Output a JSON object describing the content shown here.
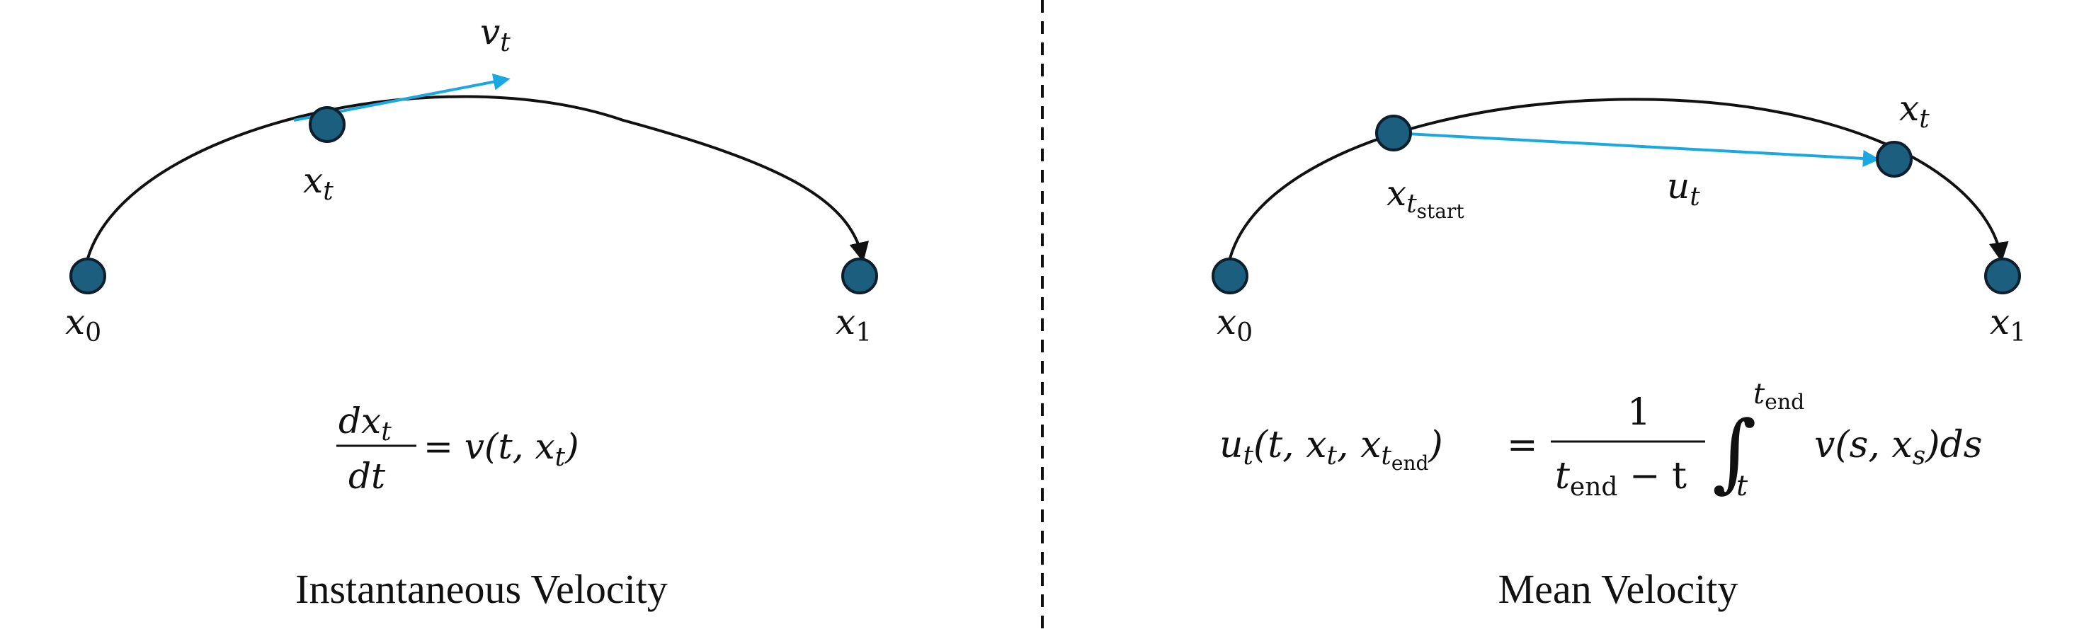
{
  "colors": {
    "node_fill": "#1B5E7E",
    "node_stroke": "#0b1f2c",
    "arrow_blue": "#1BA8E0",
    "curve": "#111111"
  },
  "left": {
    "caption": "Instantaneous Velocity",
    "labels": {
      "x0_var": "x",
      "x0_sub": "0",
      "x1_var": "x",
      "x1_sub": "1",
      "xt_var": "x",
      "xt_sub": "t",
      "vt_var": "v",
      "vt_sub": "t"
    },
    "equation": {
      "num_var": "dx",
      "num_sub": "t",
      "den": "dt",
      "rhs_prefix": "= v(t, x",
      "rhs_sub": "t",
      "rhs_suffix": ")"
    }
  },
  "right": {
    "caption": "Mean Velocity",
    "labels": {
      "x0_var": "x",
      "x0_sub": "0",
      "x1_var": "x",
      "x1_sub": "1",
      "xt_var": "x",
      "xt_sub": "t",
      "xstart_var": "x",
      "xstart_sub": "t",
      "xstart_subsub": "start",
      "ut_var": "u",
      "ut_sub": "t"
    },
    "equation": {
      "lhs_var": "u",
      "lhs_sub": "t",
      "lhs_args_a": "(t, x",
      "lhs_args_a_sub": "t",
      "lhs_args_b": ", x",
      "lhs_args_b_sub": "t",
      "lhs_args_b_subsub": "end",
      "lhs_close": ")",
      "equals": "=",
      "frac_num": "1",
      "frac_den_var": "t",
      "frac_den_sub": "end",
      "frac_den_rest": " − t",
      "integral_sign": "∫",
      "int_upper_var": "t",
      "int_upper_sub": "end",
      "int_lower": "t",
      "integrand": "v(s, x",
      "integrand_sub": "s",
      "integrand_end": ")ds"
    }
  }
}
